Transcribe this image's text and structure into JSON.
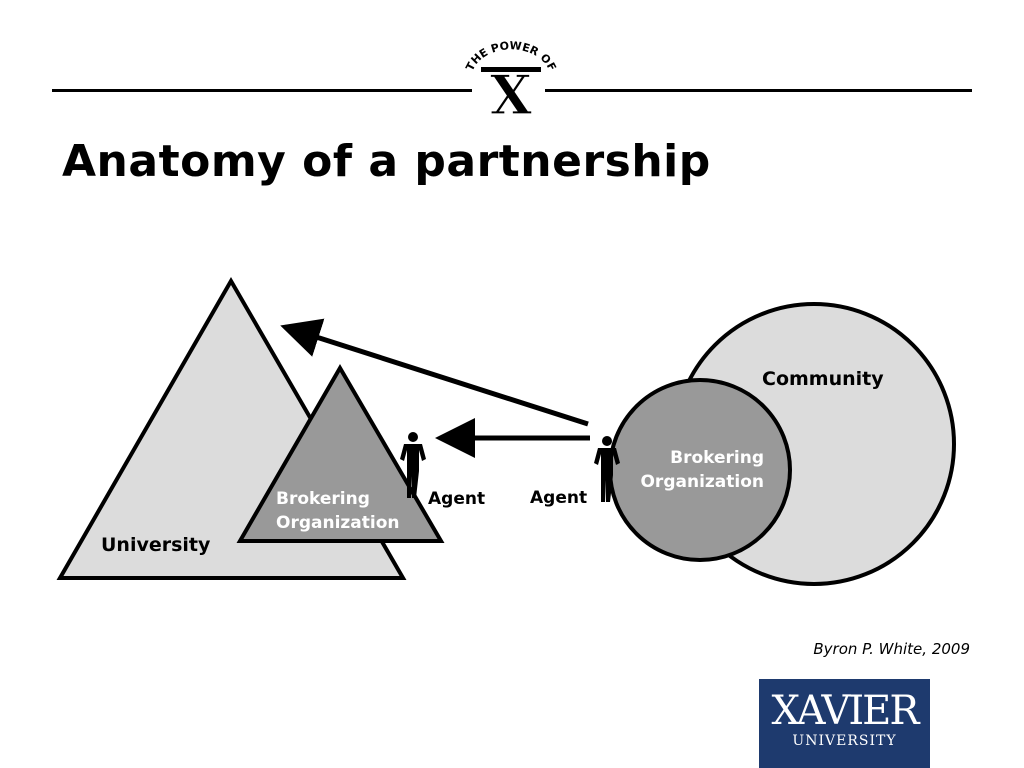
{
  "header": {
    "logo_text": "THE POWER OF",
    "logo_letter": "X"
  },
  "title": "Anatomy of a partnership",
  "diagram": {
    "university_label": "University",
    "left_broker_line1": "Brokering",
    "left_broker_line2": "Organization",
    "left_agent_label": "Agent",
    "right_agent_label": "Agent",
    "community_label": "Community",
    "right_broker_line1": "Brokering",
    "right_broker_line2": "Organization"
  },
  "citation": "Byron P. White, 2009",
  "footer_logo": {
    "word": "XAVIER",
    "sub": "UNIVERSITY"
  },
  "colors": {
    "light_gray": "#dcdcdc",
    "mid_gray": "#999999",
    "navy": "#1e3a6e"
  }
}
